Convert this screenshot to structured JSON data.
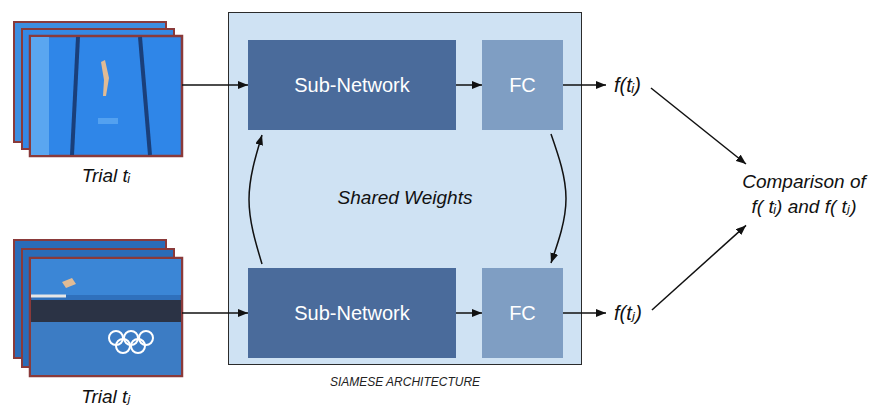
{
  "diagram": {
    "nodes": [
      {
        "text": [
          "Trial tᵢ"
        ]
      },
      {
        "text": [
          "Shared Weights",
          "SIAMESE ARCHITECTURE"
        ]
      },
      {
        "text": [
          "Sub-Network"
        ],
        "in": 1
      },
      {
        "text": [
          "FC"
        ],
        "in": 1
      },
      {
        "text": [
          "f(tᵢ)"
        ]
      },
      {
        "text": [
          "Comparison of f( tᵢ) and f( tⱼ)"
        ]
      },
      {
        "text": [
          "Trial tⱼ"
        ]
      },
      {
        "text": [
          "Sub-Network"
        ],
        "in": 1
      },
      {
        "text": [
          "FC"
        ],
        "in": 1
      },
      {
        "text": [
          "f(tⱼ)"
        ]
      }
    ],
    "edges": [
      {
        "from": 0,
        "to": 2,
        "arrow": "to"
      },
      {
        "from": 2,
        "to": 3,
        "arrow": "to"
      },
      {
        "from": 3,
        "to": 4,
        "arrow": "to"
      },
      {
        "from": 4,
        "to": 5,
        "arrow": "to"
      },
      {
        "from": 6,
        "to": 7,
        "arrow": "to"
      },
      {
        "from": 7,
        "to": 8,
        "arrow": "to"
      },
      {
        "from": 8,
        "to": 9,
        "arrow": "to"
      },
      {
        "from": 9,
        "to": 5,
        "arrow": "to"
      },
      {
        "from": 7,
        "to": 2,
        "arrow": "to"
      },
      {
        "from": 3,
        "to": 8,
        "arrow": "to"
      }
    ]
  }
}
